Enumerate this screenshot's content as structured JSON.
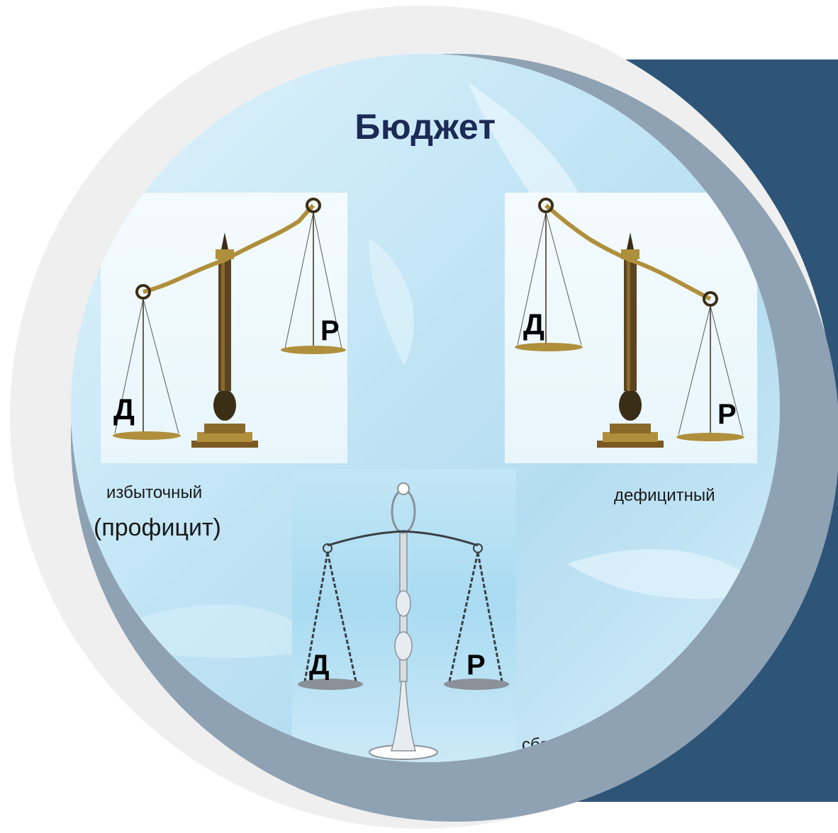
{
  "title": "Бюджет",
  "scales": {
    "surplus": {
      "left_pan_letter": "Д",
      "right_pan_letter": "Р",
      "caption_line1": "избыточный",
      "caption_line2": "(профицит)"
    },
    "deficit": {
      "left_pan_letter": "Д",
      "right_pan_letter": "Р",
      "caption": "дефицитный"
    },
    "balanced": {
      "left_pan_letter": "Д",
      "right_pan_letter": "Р",
      "caption": "сбалансиро"
    }
  },
  "colors": {
    "navy_panel": "#2e5578",
    "grey_ring": "#8fa2b3",
    "outer_ring": "#efefef",
    "title_text": "#1c2a55",
    "scale_gold": "#b08f3c",
    "scale_dark": "#3b2e16",
    "scale_silver": "#8a9198"
  }
}
